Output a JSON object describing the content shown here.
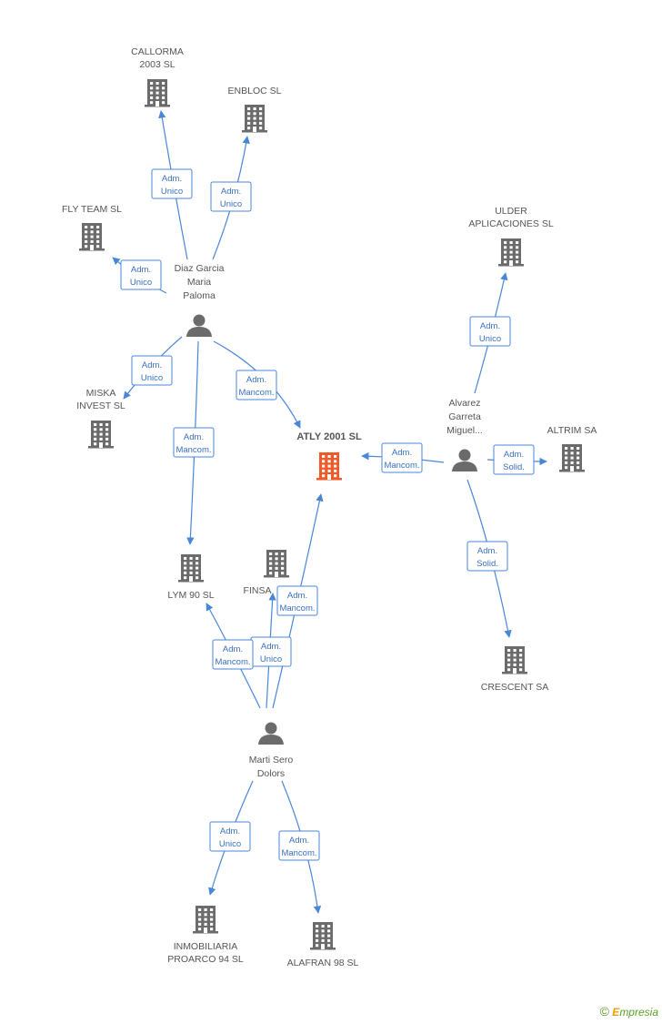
{
  "companies": [
    {
      "id": "callorma",
      "lines": [
        "CALLORMA",
        "2003 SL"
      ],
      "main": false
    },
    {
      "id": "enbloc",
      "lines": [
        "ENBLOC SL"
      ],
      "main": false
    },
    {
      "id": "flyteam",
      "lines": [
        "FLY TEAM SL"
      ],
      "main": false
    },
    {
      "id": "ulder",
      "lines": [
        "ULDER",
        "APLICACIONES SL"
      ],
      "main": false
    },
    {
      "id": "miska",
      "lines": [
        "MISKA",
        "INVEST  SL"
      ],
      "main": false
    },
    {
      "id": "atly",
      "lines": [
        "ATLY 2001 SL"
      ],
      "main": true
    },
    {
      "id": "altrim",
      "lines": [
        "ALTRIM SA"
      ],
      "main": false
    },
    {
      "id": "lym",
      "lines": [
        "LYM 90 SL"
      ],
      "main": false
    },
    {
      "id": "finsa",
      "lines": [
        "FINSA"
      ],
      "main": false
    },
    {
      "id": "crescent",
      "lines": [
        "CRESCENT SA"
      ],
      "main": false
    },
    {
      "id": "inmobiliaria",
      "lines": [
        "INMOBILIARIA",
        "PROARCO 94 SL"
      ],
      "main": false
    },
    {
      "id": "alafran",
      "lines": [
        "ALAFRAN 98 SL"
      ],
      "main": false
    }
  ],
  "people": [
    {
      "id": "diaz",
      "lines": [
        "Diaz Garcia",
        "Maria",
        "Paloma"
      ]
    },
    {
      "id": "alvarez",
      "lines": [
        "Alvarez",
        "Garreta",
        "Miguel..."
      ]
    },
    {
      "id": "marti",
      "lines": [
        "Marti Sero",
        "Dolors"
      ]
    }
  ],
  "relations": [
    {
      "from": "diaz",
      "to": "callorma",
      "lines": [
        "Adm.",
        "Unico"
      ]
    },
    {
      "from": "diaz",
      "to": "enbloc",
      "lines": [
        "Adm.",
        "Unico"
      ]
    },
    {
      "from": "diaz",
      "to": "flyteam",
      "lines": [
        "Adm.",
        "Unico"
      ]
    },
    {
      "from": "diaz",
      "to": "miska",
      "lines": [
        "Adm.",
        "Unico"
      ]
    },
    {
      "from": "diaz",
      "to": "atly",
      "lines": [
        "Adm.",
        "Mancom."
      ]
    },
    {
      "from": "diaz",
      "to": "lym",
      "lines": [
        "Adm.",
        "Mancom."
      ]
    },
    {
      "from": "alvarez",
      "to": "ulder",
      "lines": [
        "Adm.",
        "Unico"
      ]
    },
    {
      "from": "alvarez",
      "to": "atly",
      "lines": [
        "Adm.",
        "Mancom."
      ]
    },
    {
      "from": "alvarez",
      "to": "altrim",
      "lines": [
        "Adm.",
        "Solid."
      ]
    },
    {
      "from": "alvarez",
      "to": "crescent",
      "lines": [
        "Adm.",
        "Solid."
      ]
    },
    {
      "from": "marti",
      "to": "atly",
      "lines": [
        "Adm.",
        "Mancom."
      ]
    },
    {
      "from": "marti",
      "to": "finsa",
      "lines": [
        "Adm.",
        "Unico"
      ]
    },
    {
      "from": "marti",
      "to": "lym",
      "lines": [
        "Adm.",
        "Mancom."
      ]
    },
    {
      "from": "marti",
      "to": "inmobiliaria",
      "lines": [
        "Adm.",
        "Unico"
      ]
    },
    {
      "from": "marti",
      "to": "alafran",
      "lines": [
        "Adm.",
        "Mancom."
      ]
    }
  ],
  "brand": {
    "symbol": "©",
    "initial": "E",
    "rest": "mpresia"
  }
}
